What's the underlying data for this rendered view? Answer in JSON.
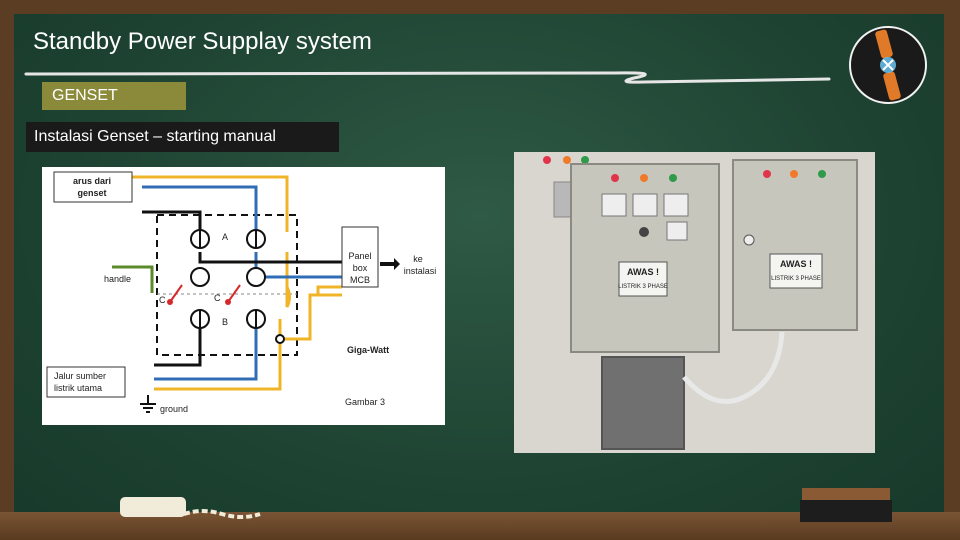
{
  "slide": {
    "title": "Standby Power Supplay system",
    "section_label": "GENSET",
    "subtitle": "Instalasi Genset – starting manual"
  },
  "diagram": {
    "labels": {
      "source_genset_line1": "arus dari",
      "source_genset_line2": "genset",
      "handle": "handle",
      "switch_a": "A",
      "switch_b": "B",
      "contact_c1": "C",
      "contact_c2": "C",
      "panel_line1": "Panel",
      "panel_line2": "box",
      "panel_line3": "MCB",
      "to_install_line1": "ke",
      "to_install_line2": "instalasi",
      "brand": "Giga-Watt",
      "main_line1": "Jalur sumber",
      "main_line2": "listrik utama",
      "ground": "ground",
      "figure": "Gambar 3"
    },
    "colors": {
      "blue": "#2f6db5",
      "yellow": "#f0b429",
      "black": "#111111",
      "green": "#5b8a2a",
      "red": "#d62828"
    }
  },
  "photo": {
    "signs": [
      "AWAS !",
      "LISTRIK 3 PHASE",
      "AWAS !",
      "LISTRIK 3 PHASE"
    ],
    "lamp_colors": [
      "#e0344a",
      "#f07a2a",
      "#2e9a4a"
    ]
  },
  "icons": [
    "plug-logo-icon",
    "chalk-icon",
    "eraser-icon"
  ]
}
